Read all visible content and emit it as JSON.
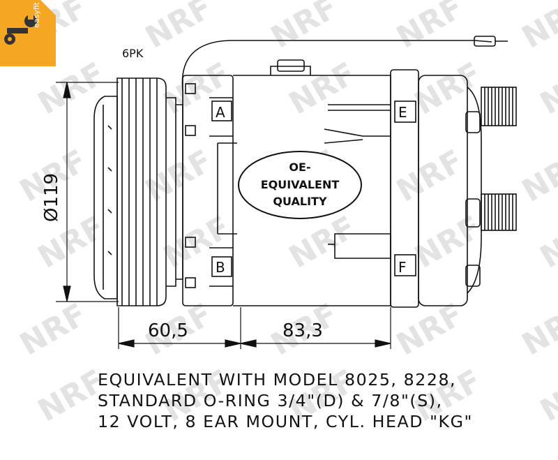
{
  "badge": {
    "text": "easyfit",
    "color": "#f5a623"
  },
  "watermark": {
    "text": "NRF",
    "color": "#e3e3e3"
  },
  "labels": {
    "belt": "6PK",
    "diameter": "Ø119",
    "dim_clutch": "60,5",
    "dim_body": "83,3",
    "port_a": "A",
    "port_b": "B",
    "port_e": "E",
    "port_f": "F"
  },
  "oe_badge": {
    "line1": "OE-",
    "line2": "EQUIVALENT",
    "line3": "QUALITY"
  },
  "caption": [
    "EQUIVALENT WITH MODEL 8025, 8228,",
    "STANDARD O-RING 3/4\"(D) & 7/8\"(S),",
    "12 VOLT, 8 EAR MOUNT, CYL. HEAD \"KG\""
  ],
  "icons": {
    "badge": "wrench-icon"
  }
}
